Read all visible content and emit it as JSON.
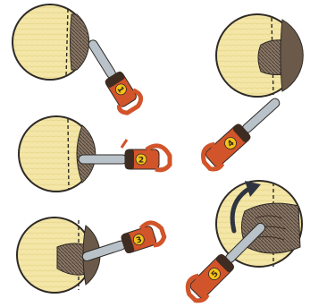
{
  "illustration": {
    "steps": [
      {
        "number": "1"
      },
      {
        "number": "2"
      },
      {
        "number": "3"
      },
      {
        "number": "4"
      },
      {
        "number": "5"
      }
    ],
    "colors": {
      "log_face": "#f3e6a6",
      "log_outline": "#2e2a26",
      "bark": "#6b5a4a",
      "saw_body": "#d2542a",
      "saw_dark": "#3e2c22",
      "bar": "#b9c2c9",
      "badge": "#f3c21b",
      "arrow": "#2f3440"
    }
  }
}
